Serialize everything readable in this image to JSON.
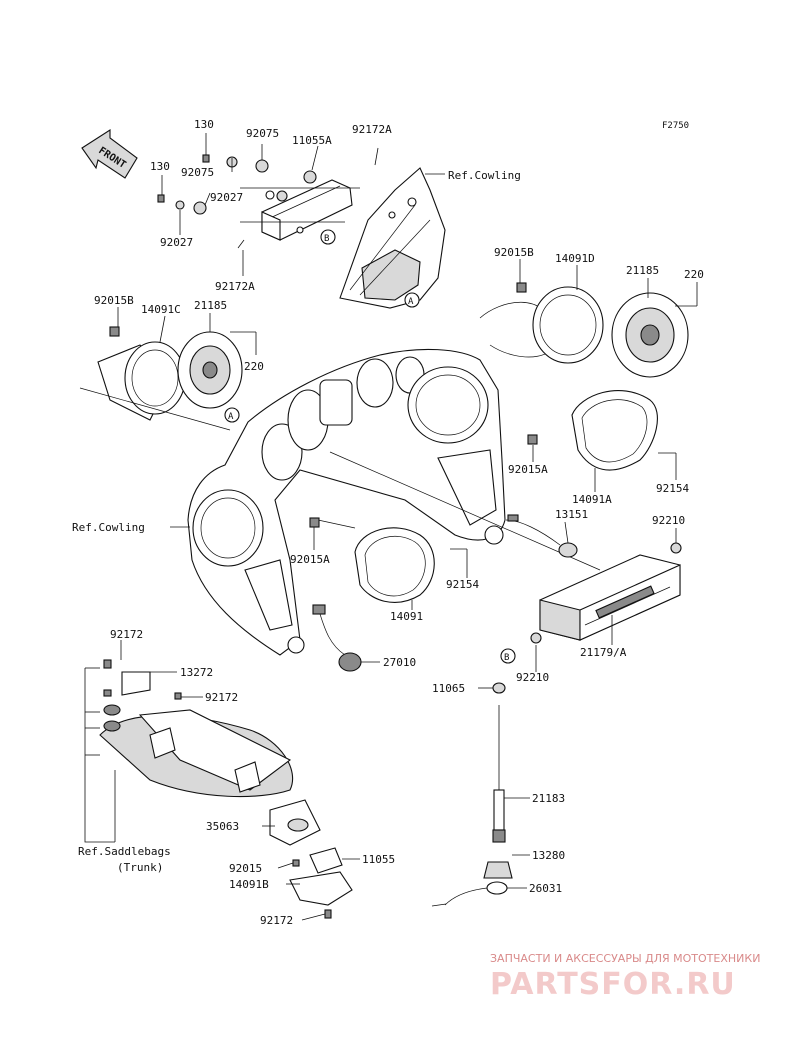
{
  "figure_code": "F2750",
  "front_label": "FRONT",
  "ref_labels": {
    "cowling_top": "Ref.Cowling",
    "cowling_left": "Ref.Cowling",
    "saddlebags_line1": "Ref.Saddlebags",
    "saddlebags_line2": "(Trunk)"
  },
  "callouts": {
    "a": "A",
    "b": "B"
  },
  "parts": {
    "p130_top": "130",
    "p130_left": "130",
    "p92075_top": "92075",
    "p92075_mid": "92075",
    "p92027_mid": "92027",
    "p92027_left": "92027",
    "p11055A": "11055A",
    "p92172A_top": "92172A",
    "p92172A_bot": "92172A",
    "p92015B_right": "92015B",
    "p14091D": "14091D",
    "p21185_right": "21185",
    "p220_right": "220",
    "p92015B_left": "92015B",
    "p14091C": "14091C",
    "p21185_left": "21185",
    "p220_left": "220",
    "p92015A_right": "92015A",
    "p14091A": "14091A",
    "p92154_right": "92154",
    "p13151": "13151",
    "p92210_top": "92210",
    "p92015A_left": "92015A",
    "p92154_left": "92154",
    "p14091": "14091",
    "p27010": "27010",
    "p21179A": "21179/A",
    "p92210_bot": "92210",
    "p11065": "11065",
    "p92172_top": "92172",
    "p13272": "13272",
    "p92172_mid": "92172",
    "p21183": "21183",
    "p35063": "35063",
    "p13280": "13280",
    "p92015": "92015",
    "p11055": "11055",
    "p14091B": "14091B",
    "p26031": "26031",
    "p92172_bot": "92172"
  },
  "watermark": {
    "tagline": "ЗАПЧАСТИ И АКСЕССУАРЫ ДЛЯ МОТОТЕХНИКИ",
    "brand": "PARTSFOR.RU"
  }
}
